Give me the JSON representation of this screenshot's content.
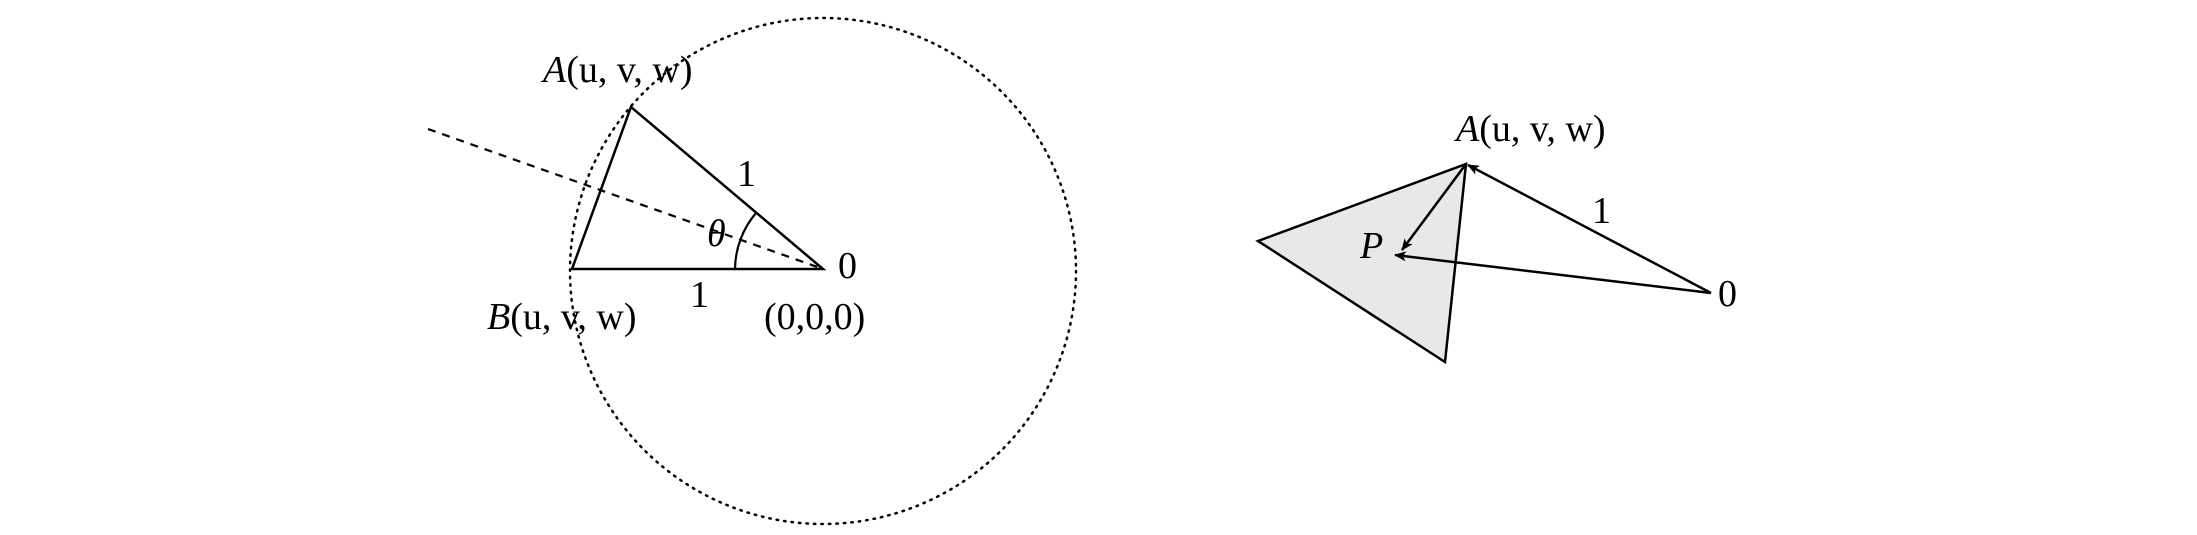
{
  "diagram": {
    "left": {
      "label_A_letter": "A",
      "label_A_args": "(u, v, w)",
      "label_B_letter": "B",
      "label_B_args": "(u, v, w)",
      "label_origin": "0",
      "label_origin_coords": "(0,0,0)",
      "label_OA_length": "1",
      "label_OB_length": "1",
      "label_angle": "θ"
    },
    "right": {
      "label_A_letter": "A",
      "label_A_args": "(u, v, w)",
      "label_P": "P",
      "label_origin": "0",
      "label_OA_length": "1"
    }
  },
  "colors": {
    "stroke": "#000000",
    "triangle_fill": "#e8e8e8",
    "background": "#ffffff"
  }
}
